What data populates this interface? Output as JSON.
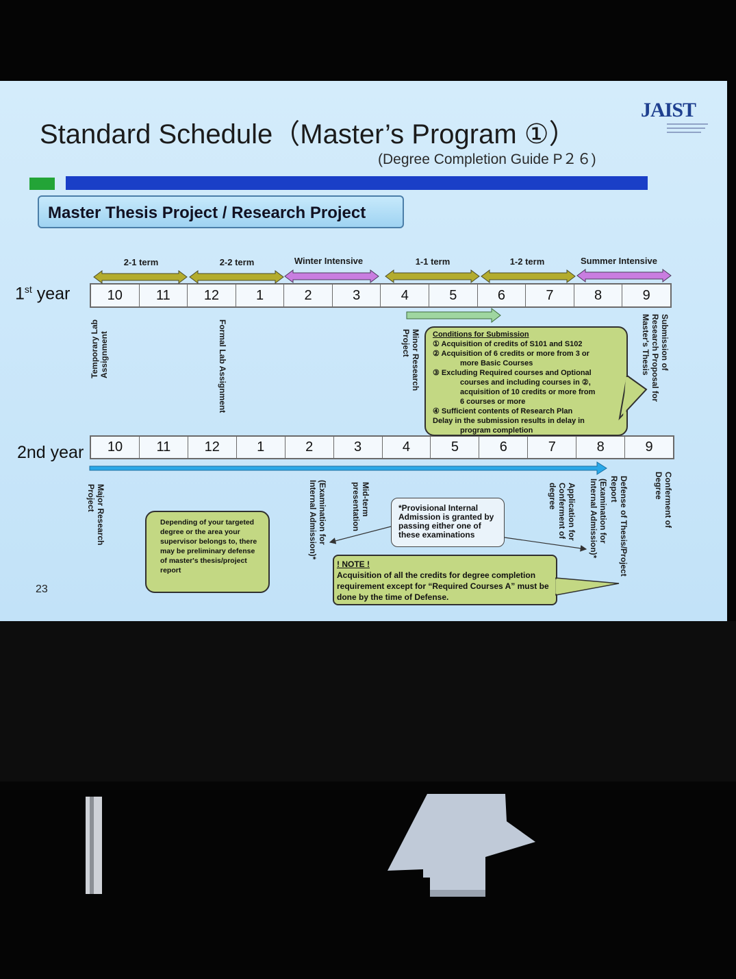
{
  "slide": {
    "title": "Standard Schedule（Master’s Program ①）",
    "subtitle": "(Degree Completion Guide P２６)",
    "logo": "JAIST",
    "section_heading": "Master Thesis Project / Research Project",
    "page_number": "23"
  },
  "terms": [
    "2-1 term",
    "2-2 term",
    "Winter Intensive",
    "1-1 term",
    "1-2 term",
    "Summer Intensive"
  ],
  "year1": {
    "label": "1st year",
    "months": [
      "10",
      "11",
      "12",
      "1",
      "2",
      "3",
      "4",
      "5",
      "6",
      "7",
      "8",
      "9"
    ]
  },
  "year2": {
    "label": "2nd year",
    "months": [
      "10",
      "11",
      "12",
      "1",
      "2",
      "3",
      "4",
      "5",
      "6",
      "7",
      "8",
      "9"
    ]
  },
  "year1_labels": {
    "temporary_lab": "Temporary Lab\nAssignment",
    "formal_lab": "Formal Lab Assignment",
    "minor_research": "Minor Research\nProject",
    "submission": "Submission of\nResearch Proposal for\nMaster's Thesis"
  },
  "conditions": {
    "title": "Conditions for Submission",
    "items": [
      "① Acquisition of credits of S101 and S102",
      "② Acquisition of 6 credits or more from 3 or",
      "more Basic Courses",
      "③ Excluding Required courses and Optional",
      "courses and including courses in ②,",
      "acquisition of 10 credits or more from",
      "6 courses or more",
      "④  Sufficient contents of Research Plan"
    ],
    "delay_line1": "Delay in the submission results in delay in",
    "delay_line2": "program completion"
  },
  "year2_labels": {
    "major_research": "Major Research\nProject",
    "exam_winter": "(Examination for\nInternal Admission)*",
    "midterm": "Mid-term\npresentation",
    "application": "Application for\nConferment of\ndegree",
    "exam_summer": "(Examination for\nInternal Admission)*",
    "defense": "Defense of Thesis/Project\nReport",
    "conferment": "Conferment of\nDegree"
  },
  "depending_note": "Depending of your targeted degree or the area your supervisor belongs to, there may be preliminary defense of master's thesis/project report",
  "provisional_note": "*Provisional Internal Admission is granted by passing either one of these examinations",
  "note": {
    "label": "! NOTE !",
    "text": "Acquisition of all the credits for degree completion requirement except for “Required Courses A” must be done by the time of Defense."
  },
  "colors": {
    "slide_bg": "#c8e6f9",
    "blue_bar": "#1a3fc7",
    "green_box": "#23a437",
    "olive_arrow": "#b3ac2e",
    "purple_arrow": "#c97de0",
    "bubble": "#c3d883",
    "cyan_arrow": "#2aa8e8"
  }
}
